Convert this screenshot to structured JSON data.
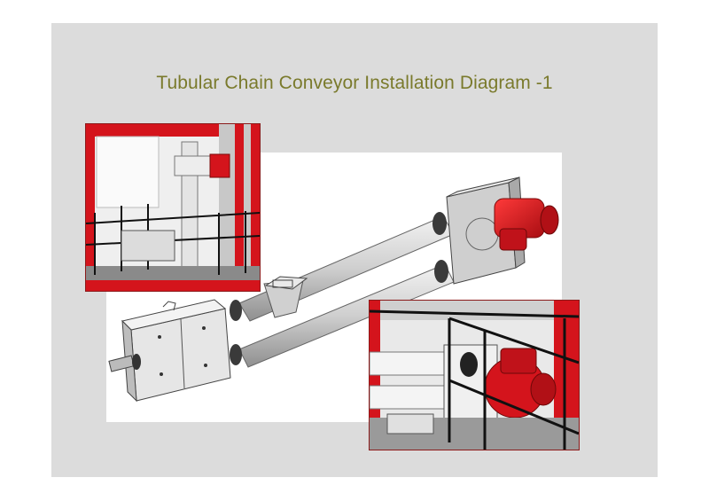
{
  "slide": {
    "title": "Tubular Chain Conveyor Installation Diagram -1",
    "colors": {
      "title": "#7a7a2c",
      "background": "#dcdcdc",
      "machine_red": "#d4141c",
      "tube_gray": "#d8d8d8"
    }
  },
  "figures": {
    "main": {
      "icon": "tubular-chain-conveyor-drawing"
    },
    "photo_left": {
      "icon": "installation-photo-platform"
    },
    "photo_right": {
      "icon": "installation-photo-drive-unit"
    }
  }
}
